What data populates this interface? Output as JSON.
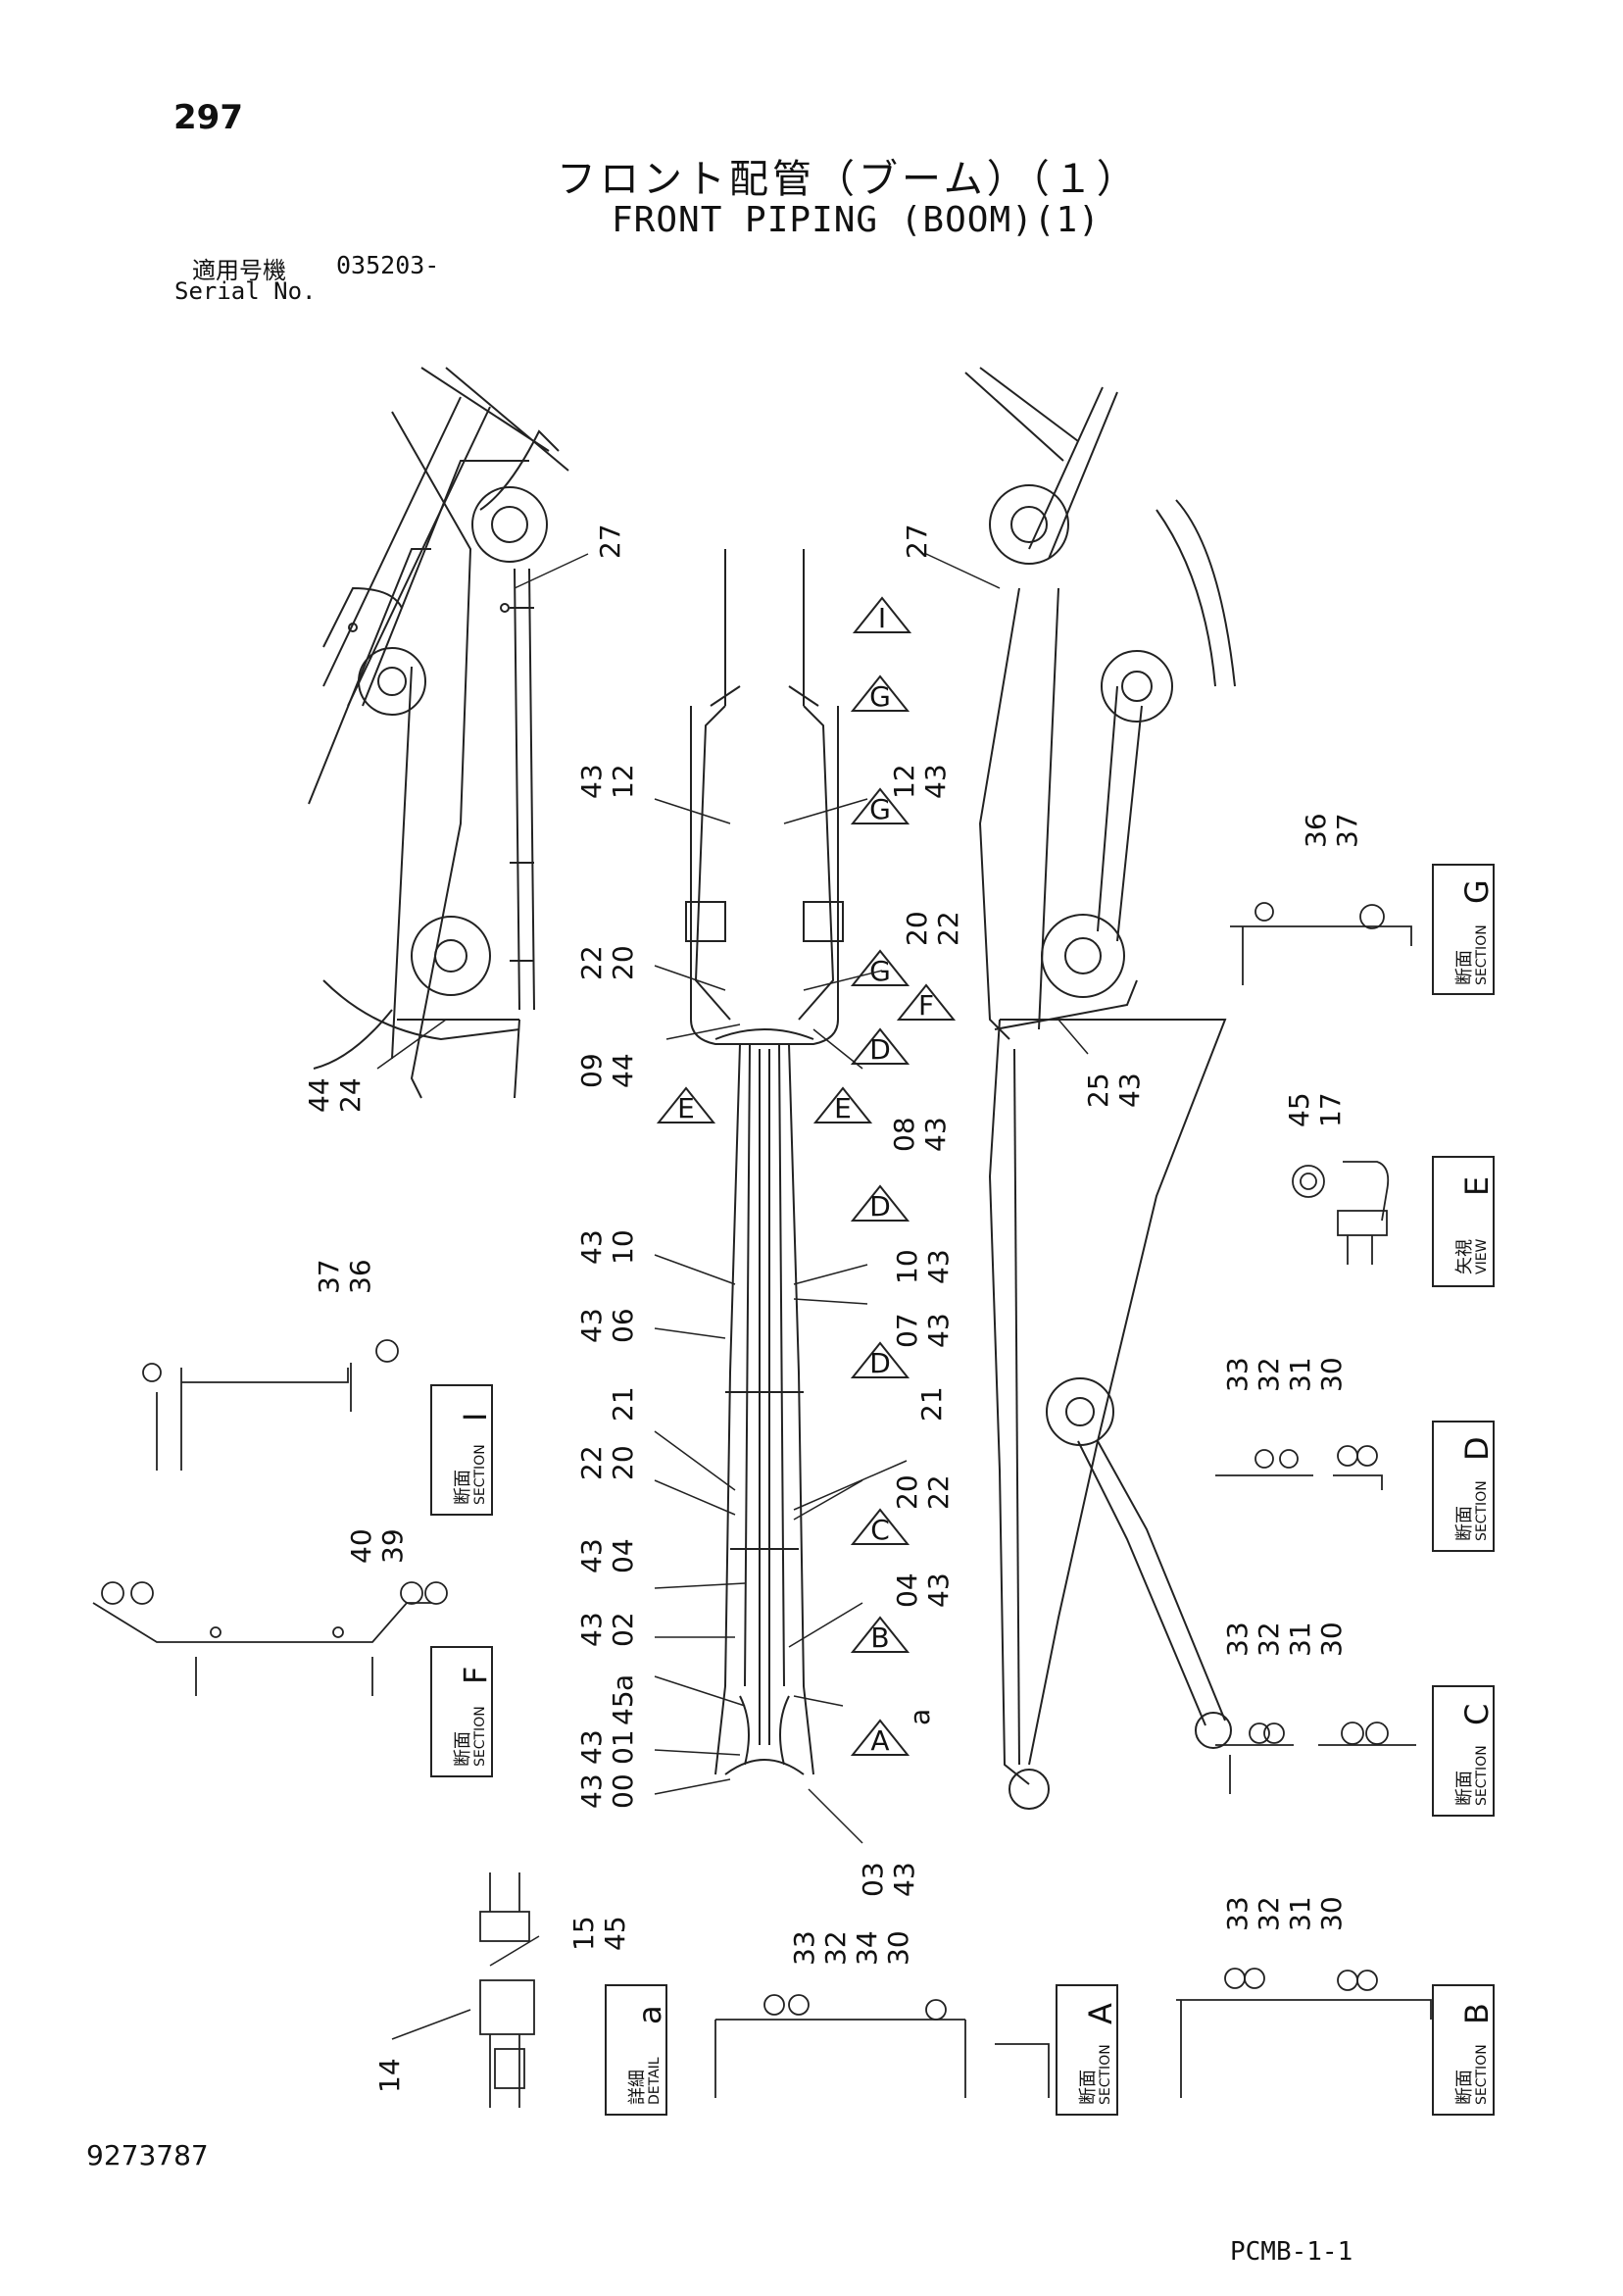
{
  "header": {
    "page_number": "297",
    "title_jp": "フロント配管（ブーム）（１）",
    "title_en": "FRONT PIPING (BOOM)(1)",
    "serial_label_jp": "適用号機",
    "serial_value": "035203-",
    "serial_label_en": "Serial No."
  },
  "footer": {
    "drawing_number": "9273787",
    "catalog_code": "PCMB-1-1"
  },
  "view_markers": {
    "I": "I",
    "G1": "G",
    "G2": "G",
    "G3": "G",
    "F": "F",
    "D1": "D",
    "D2": "D",
    "D3": "D",
    "E1": "E",
    "E2": "E",
    "C": "C",
    "B": "B",
    "A": "A"
  },
  "callouts": {
    "c27_left": "27",
    "c27_right": "27",
    "c43_12a": "43",
    "c12a": "12",
    "c12b": "12",
    "c43_12b": "43",
    "c36g": "36",
    "c37g": "37",
    "c22a": "22",
    "c20a": "20",
    "c20b": "20",
    "c22b": "22",
    "c44_left": "44",
    "c24_left": "24",
    "c09": "09",
    "c44": "44",
    "c08": "08",
    "c43_08": "43",
    "c25": "25",
    "c43_25": "43",
    "c45e": "45",
    "c17e": "17",
    "c37i": "37",
    "c36i": "36",
    "c43_10a": "43",
    "c10a": "10",
    "c10b": "10",
    "c43_10b": "43",
    "c43_06": "43",
    "c06": "06",
    "c07": "07",
    "c43_07": "43",
    "c33d": "33",
    "c32d": "32",
    "c31d": "31",
    "c30d": "30",
    "c21a": "21",
    "c21b": "21",
    "c22c": "22",
    "c20c": "20",
    "c20d": "20",
    "c22d": "22",
    "c40f": "40",
    "c39f": "39",
    "c43_04": "43",
    "c04a": "04",
    "c04b": "04",
    "c43_04b": "43",
    "c43_02": "43",
    "c02": "02",
    "c33c": "33",
    "c32c": "32",
    "c31c": "31",
    "c30c": "30",
    "ca1": "a",
    "ca2": "a",
    "c43_01": "43",
    "c45_01": "45",
    "c01": "01",
    "c43_00": "43",
    "c00": "00",
    "c03": "03",
    "c43_03": "43",
    "c15": "15",
    "c45_15": "45",
    "c14": "14",
    "c33a": "33",
    "c32a": "32",
    "c34a": "34",
    "c30a": "30",
    "c33b": "33",
    "c32b": "32",
    "c31b": "31",
    "c30b": "30"
  },
  "section_labels": {
    "G": {
      "jp": "断面",
      "en": "SECTION",
      "letter": "G"
    },
    "E": {
      "jp": "矢視",
      "en": "VIEW",
      "letter": "E"
    },
    "I": {
      "jp": "断面",
      "en": "SECTION",
      "letter": "I"
    },
    "D": {
      "jp": "断面",
      "en": "SECTION",
      "letter": "D"
    },
    "F": {
      "jp": "断面",
      "en": "SECTION",
      "letter": "F"
    },
    "C": {
      "jp": "断面",
      "en": "SECTION",
      "letter": "C"
    },
    "a": {
      "jp": "詳細",
      "en": "DETAIL",
      "letter": "a"
    },
    "A": {
      "jp": "断面",
      "en": "SECTION",
      "letter": "A"
    },
    "B": {
      "jp": "断面",
      "en": "SECTION",
      "letter": "B"
    }
  }
}
